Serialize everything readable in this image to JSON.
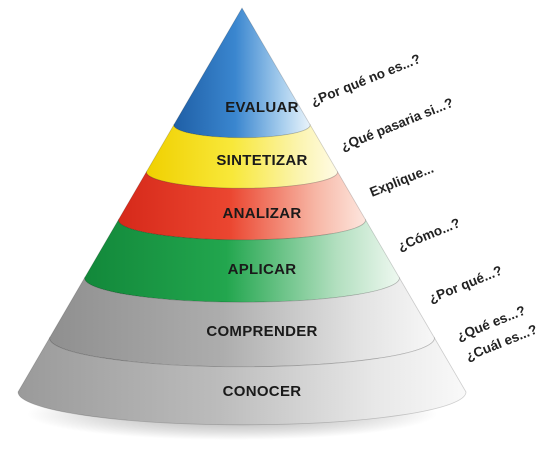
{
  "pyramid": {
    "levels": [
      {
        "label": "EVALUAR",
        "color": "#3a7fc4"
      },
      {
        "label": "SINTETIZAR",
        "color": "#f2e21e"
      },
      {
        "label": "ANALIZAR",
        "color": "#e53a25"
      },
      {
        "label": "APLICAR",
        "color": "#1ea04a"
      },
      {
        "label": "COMPRENDER",
        "color": "#a9a9a9"
      },
      {
        "label": "CONOCER",
        "color": "#b5b5b5"
      }
    ]
  },
  "questions": [
    {
      "text": "¿Por qué no es...?"
    },
    {
      "text": "¿Qué pasaria si...?"
    },
    {
      "text": "Explique..."
    },
    {
      "text": "¿Cómo...?"
    },
    {
      "text": "¿Por qué...?"
    },
    {
      "text": "¿Qué es...?"
    },
    {
      "text": "¿Cuál es...?"
    }
  ]
}
